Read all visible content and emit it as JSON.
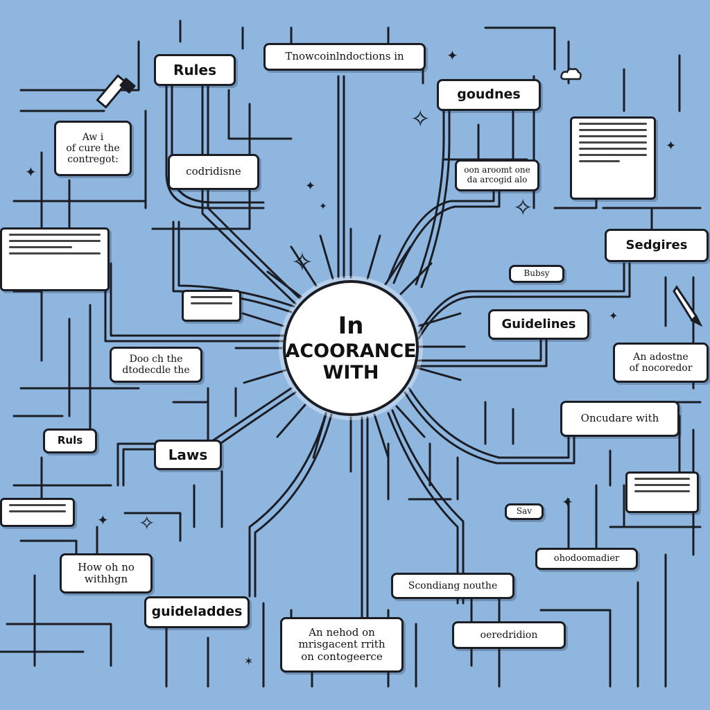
{
  "center": {
    "line1": "In",
    "line2": "ACOORANCE",
    "line3": "WITH"
  },
  "labels": {
    "rules_top": "Rules",
    "top_banner": "Tnowcoinlndoctions in",
    "goudnes": "goudnes",
    "aw_note_1": "Aw i",
    "aw_note_2": "of cure the",
    "aw_note_3": "contregot:",
    "codridisne": "codridisne",
    "acrogid_1": "oon aroomt one",
    "acrogid_2": "da arcogid alo",
    "sedgires": "Sedgires",
    "bubsy": "Bubsy",
    "guidelines": "Guidelines",
    "adostne_1": "An adostne",
    "adostne_2": "of nocoredor",
    "doo_1": "Doo ch the",
    "doo_2": "dtodecdle the",
    "oncudare": "Oncudare with",
    "rules_left": "Ruls",
    "laws": "Laws",
    "sav": "Sav",
    "how_1": "How oh no",
    "how_2": "withhgn",
    "guideladdes": "guideladdes",
    "ohodo": "ohodoomadier",
    "scondiang": "Scondiang nouthe",
    "anehod_1": "An nehod on",
    "anehod_2": "mrisgacent rrith",
    "anehod_3": "on contogeerce",
    "ooredridion": "oeredridion"
  },
  "colors": {
    "background": "#8fb6df",
    "line": "#1b1d24",
    "box_fill": "#ffffff"
  },
  "icons": [
    "pencil-icon",
    "pen-icon",
    "sparkle-icon",
    "document-icon",
    "cloud-icon"
  ]
}
